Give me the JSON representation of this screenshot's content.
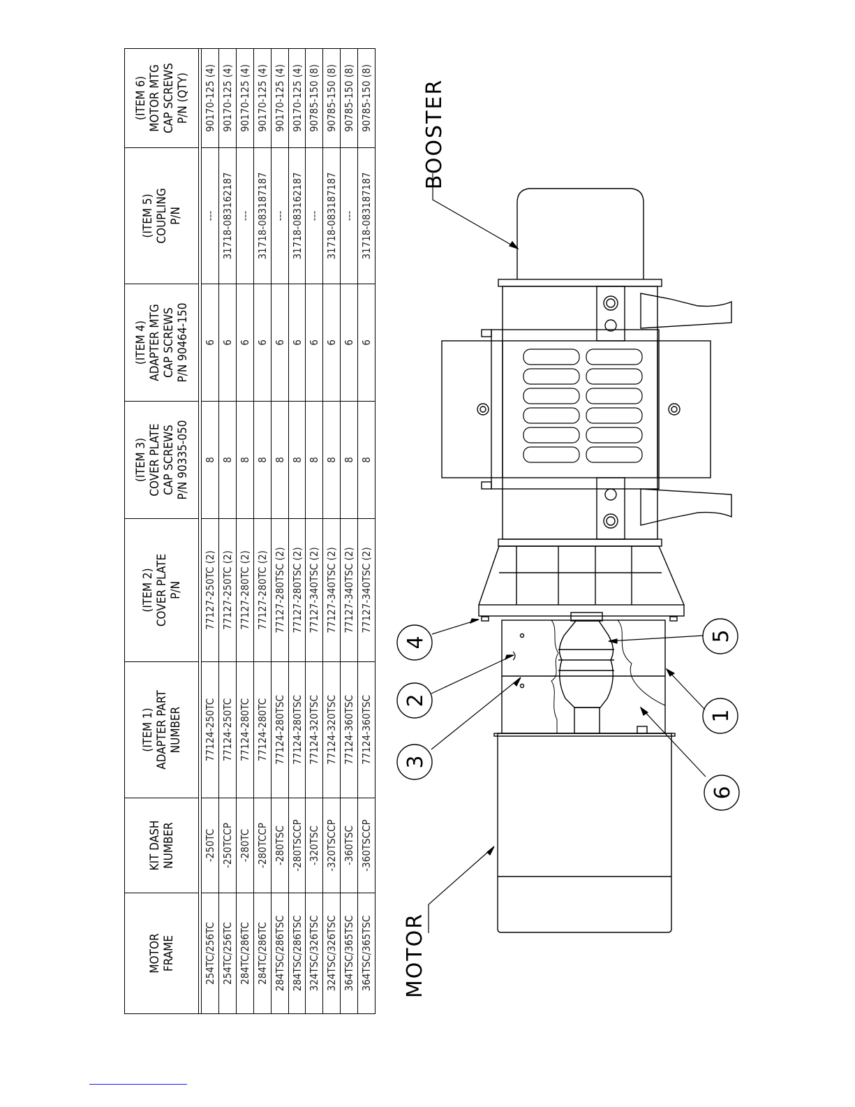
{
  "table": {
    "headers": [
      "MOTOR\nFRAME",
      "KIT DASH\nNUMBER",
      "(ITEM 1)\nADAPTER PART\nNUMBER",
      "(ITEM 2)\nCOVER PLATE\nP/N",
      "(ITEM 3)\nCOVER PLATE\nCAP SCREWS\nP/N 90335-050",
      "(ITEM 4)\nADAPTER MTG\nCAP SCREWS\nP/N 90464-150",
      "(ITEM 5)\nCOUPLING\nP/N",
      "(ITEM 6)\nMOTOR MTG\nCAP SCREWS\nP/N (QTY)"
    ],
    "rows": [
      [
        "254TC/256TC",
        "-250TC",
        "77124-250TC",
        "77127-250TC (2)",
        "8",
        "6",
        "---",
        "90170-125 (4)"
      ],
      [
        "254TC/256TC",
        "-250TCCP",
        "77124-250TC",
        "77127-250TC (2)",
        "8",
        "6",
        "31718-083162187",
        "90170-125 (4)"
      ],
      [
        "284TC/286TC",
        "-280TC",
        "77124-280TC",
        "77127-280TC (2)",
        "8",
        "6",
        "---",
        "90170-125 (4)"
      ],
      [
        "284TC/286TC",
        "-280TCCP",
        "77124-280TC",
        "77127-280TC (2)",
        "8",
        "6",
        "31718-083187187",
        "90170-125 (4)"
      ],
      [
        "284TSC/286TSC",
        "-280TSC",
        "77124-280TSC",
        "77127-280TSC (2)",
        "8",
        "6",
        "---",
        "90170-125 (4)"
      ],
      [
        "284TSC/286TSC",
        "-280TSCCP",
        "77124-280TSC",
        "77127-280TSC (2)",
        "8",
        "6",
        "31718-083162187",
        "90170-125 (4)"
      ],
      [
        "324TSC/326TSC",
        "-320TSC",
        "77124-320TSC",
        "77127-340TSC (2)",
        "8",
        "6",
        "---",
        "90785-150 (8)"
      ],
      [
        "324TSC/326TSC",
        "-320TSCCP",
        "77124-320TSC",
        "77127-340TSC (2)",
        "8",
        "6",
        "31718-083187187",
        "90785-150 (8)"
      ],
      [
        "364TSC/365TSC",
        "-360TSC",
        "77124-360TSC",
        "77127-340TSC (2)",
        "8",
        "6",
        "---",
        "90785-150 (8)"
      ],
      [
        "364TSC/365TSC",
        "-360TSCCP",
        "77124-360TSC",
        "77127-340TSC (2)",
        "8",
        "6",
        "31718-083187187",
        "90785-150 (8)"
      ]
    ]
  },
  "drawing": {
    "booster_label": "BOOSTER",
    "motor_label": "MOTOR",
    "callouts": [
      "1",
      "2",
      "3",
      "4",
      "5",
      "6"
    ]
  }
}
